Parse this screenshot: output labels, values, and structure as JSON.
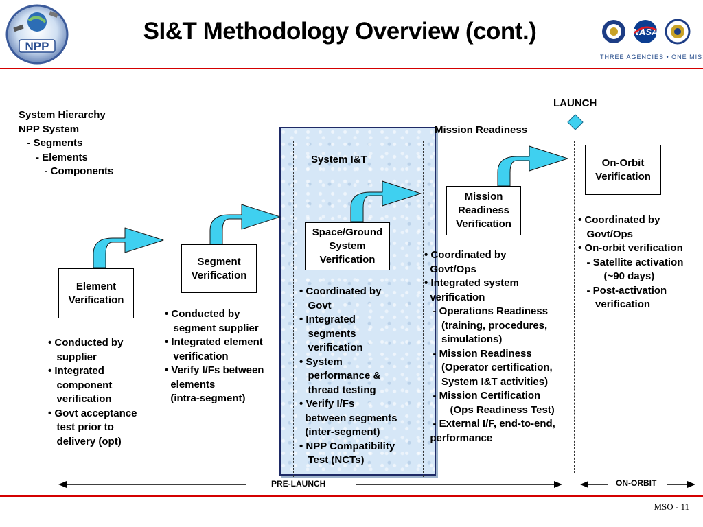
{
  "header": {
    "title": "SI&T Methodology Overview (cont.)",
    "tagline": "THREE AGENCIES • ONE MISSION",
    "logo_text": "NPP",
    "nasa_text": "NASA"
  },
  "footer": {
    "page_label": "MSO - 11"
  },
  "hierarchy": {
    "title": "System Hierarchy",
    "lines": [
      "NPP System",
      "   - Segments",
      "      - Elements",
      "         - Components"
    ]
  },
  "launch": {
    "label": "LAUNCH",
    "mission_readiness": "Mission Readiness"
  },
  "panel": {
    "label": "System I&T"
  },
  "boxes": {
    "element": "Element\nVerification",
    "segment": "Segment\nVerification",
    "space_ground": "Space/Ground\nSystem\nVerification",
    "mission_readiness": "Mission\nReadiness\nVerification",
    "on_orbit": "On-Orbit\nVerification"
  },
  "bullets": {
    "element": "• Conducted by\n   supplier\n• Integrated\n   component\n   verification\n• Govt acceptance\n   test prior to\n   delivery (opt)",
    "segment": "• Conducted by\n   segment supplier\n• Integrated element\n   verification\n• Verify I/Fs between\n  elements\n  (intra-segment)",
    "space_ground": "• Coordinated by\n   Govt\n• Integrated\n   segments\n   verification\n• System\n   performance &\n   thread testing\n• Verify I/Fs\n  between segments\n  (inter-segment)\n• NPP Compatibility\n   Test (NCTs)",
    "mission_readiness": "• Coordinated by\n  Govt/Ops\n• Integrated system\n  verification\n   - Operations Readiness\n      (training, procedures,\n      simulations)\n   - Mission Readiness\n      (Operator certification,\n      System I&T activities)\n   - Mission Certification\n         (Ops Readiness Test)\n   - External I/F, end-to-end,\n  performance",
    "on_orbit": "• Coordinated by\n   Govt/Ops\n• On-orbit verification\n   - Satellite activation\n         (~90 days)\n   - Post-activation\n      verification"
  },
  "timeline": {
    "pre_launch": "PRE-LAUNCH",
    "on_orbit": "ON-ORBIT"
  },
  "colors": {
    "accent_red": "#d40000",
    "arrow_fill": "#3fd0f0",
    "panel_bg": "#d6e7f7",
    "navy": "#1e2a66"
  }
}
